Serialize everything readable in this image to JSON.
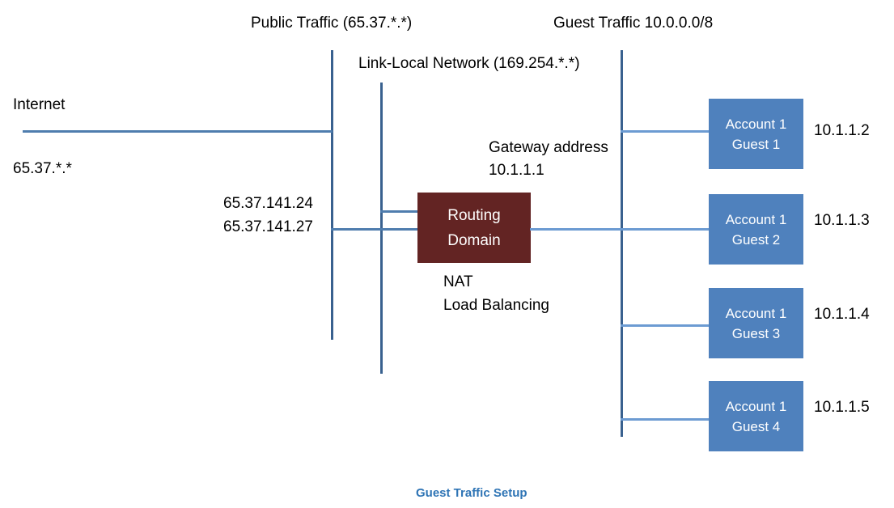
{
  "diagram": {
    "title": "Guest Traffic Setup",
    "colors": {
      "guest_box_fill": "#4F81BD",
      "routing_box_fill": "#632423",
      "line": "#4F7DAE",
      "caption_text": "#2E74B5",
      "background": "#FFFFFF",
      "text": "#000000"
    },
    "network_labels": {
      "public_traffic": "Public Traffic (65.37.*.*)",
      "link_local": "Link-Local Network (169.254.*.*)",
      "guest_traffic": "Guest Traffic 10.0.0.0/8"
    },
    "internet": {
      "label": "Internet",
      "subnet": "65.37.*.*"
    },
    "public_ips": {
      "ip_upper": "65.37.141.24",
      "ip_lower": "65.37.141.27"
    },
    "gateway": {
      "label": "Gateway address",
      "address": "10.1.1.1"
    },
    "routing_domain": {
      "line1": "Routing",
      "line2": "Domain",
      "functions": [
        "NAT",
        "Load Balancing"
      ]
    },
    "guests": [
      {
        "account": "Account 1",
        "guest": "Guest 1",
        "ip": "10.1.1.2"
      },
      {
        "account": "Account 1",
        "guest": "Guest 2",
        "ip": "10.1.1.3"
      },
      {
        "account": "Account 1",
        "guest": "Guest 3",
        "ip": "10.1.1.4"
      },
      {
        "account": "Account 1",
        "guest": "Guest 4",
        "ip": "10.1.1.5"
      }
    ]
  }
}
